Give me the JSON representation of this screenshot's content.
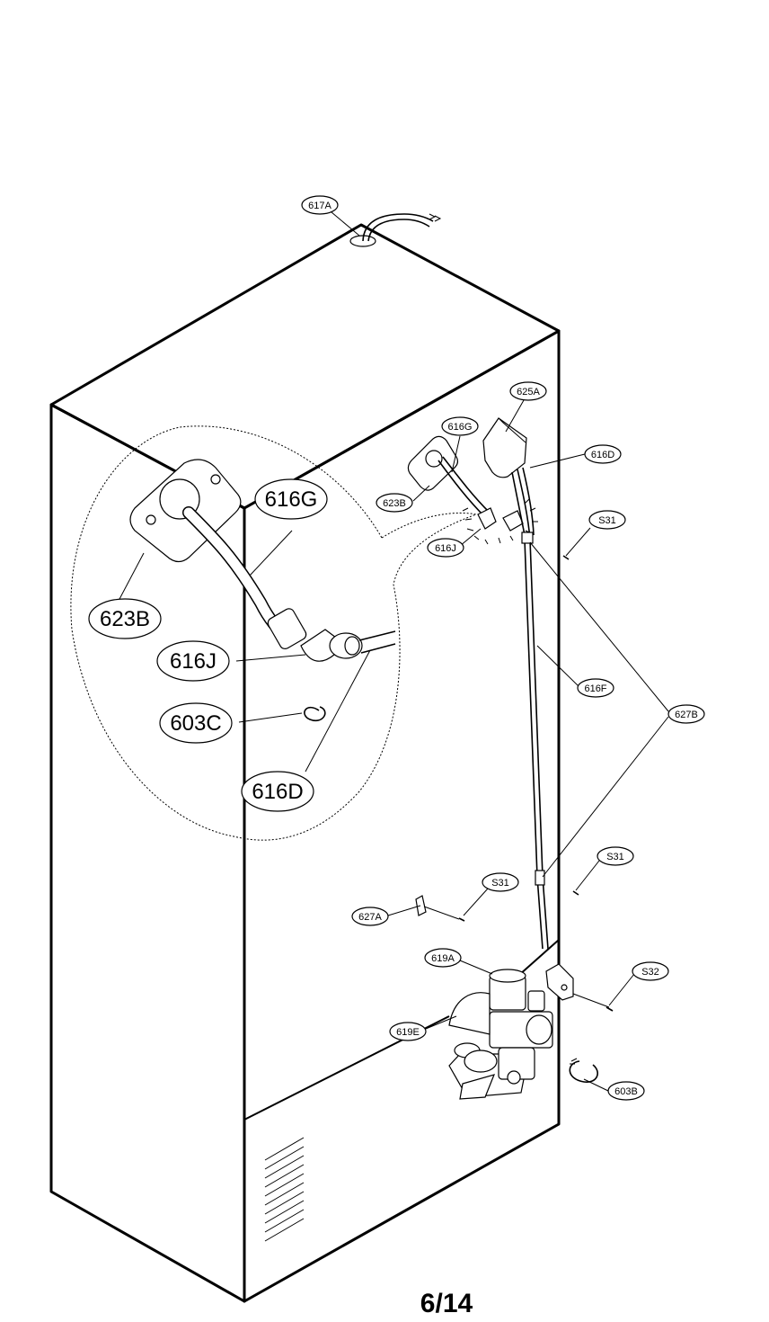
{
  "page": {
    "page_number": "6/14"
  },
  "callouts": {
    "c617A": "617A",
    "c625A": "625A",
    "c616G": "616G",
    "c616D": "616D",
    "c623B": "623B",
    "c616J": "616J",
    "cS31a": "S31",
    "c616F": "616F",
    "c627B": "627B",
    "cS31b": "S31",
    "cS31c": "S31",
    "c627A": "627A",
    "c619A": "619A",
    "cS32": "S32",
    "c619E": "619E",
    "c603B": "603B"
  },
  "detail": {
    "d616G": "616G",
    "d623B": "623B",
    "d616J": "616J",
    "d603C": "603C",
    "d616D": "616D"
  }
}
